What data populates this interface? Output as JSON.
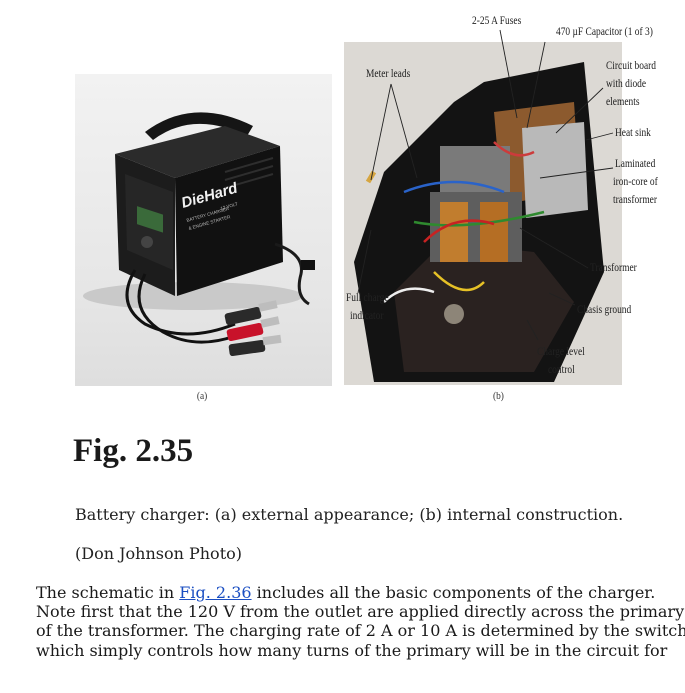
{
  "figure": {
    "panel_a_label": "(a)",
    "panel_b_label": "(b)",
    "brand_logo": "DieHard",
    "brand_small_lines": [
      "BATTERY CHARGER",
      "12 VOLT",
      "& ENGINE STARTER"
    ],
    "annotations": {
      "fuses": "2-25 A Fuses",
      "capacitor": "470 µF Capacitor (1 of 3)",
      "meter_leads": "Meter leads",
      "circuit_board": [
        "Circuit board",
        "with diode",
        "elements"
      ],
      "heat_sink": "Heat sink",
      "laminated_core": [
        "Laminated",
        "iron-core of",
        "transformer"
      ],
      "transformer": "Transformer",
      "chasis_ground": "Chasis ground",
      "full_charge_indicator": [
        "Full charge",
        "indicator"
      ],
      "charge_level_control": [
        "Charge level",
        "control"
      ]
    }
  },
  "heading": "Fig. 2.35",
  "caption": "Battery charger: (a) external appearance; (b) internal construction.",
  "credit": "(Don Johnson Photo)",
  "body": {
    "intro": "The schematic in ",
    "link_text": "Fig. 2.36",
    "after_link": " includes all the basic components of the charger.",
    "lines": [
      "Note first that the 120 V from the outlet are applied directly across the primary",
      "of the transformer. The charging rate of 2 A or 10 A is determined by the switch,",
      "which simply controls how many turns of the primary will be in the circuit for"
    ]
  }
}
